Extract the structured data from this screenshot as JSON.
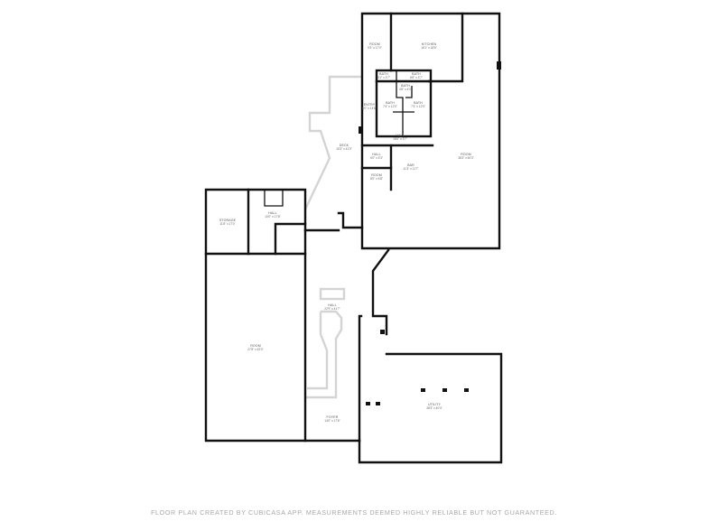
{
  "rooms": [
    {
      "name": "ROOM",
      "dim": "9'3\" x 17'0\""
    },
    {
      "name": "KITCHEN",
      "dim": "16'1\" x 18'6\""
    },
    {
      "name": "BATH",
      "dim": "5'1\" x 3'7\""
    },
    {
      "name": "BATH",
      "dim": "8'8\" x 3'7\""
    },
    {
      "name": "BATH",
      "dim": "4'6\" x 4'0\""
    },
    {
      "name": "BATH",
      "dim": "7'4\" x 12'0\""
    },
    {
      "name": "BATH",
      "dim": "7'3\" x 12'0\""
    },
    {
      "name": "ENTRY",
      "dim": "6'0\" x 14'6\""
    },
    {
      "name": "HALL",
      "dim": "18'6\" x 3'7\""
    },
    {
      "name": "DECK",
      "dim": "15'3\" x 41'0\""
    },
    {
      "name": "HALL",
      "dim": "6'0\" x 5'3\""
    },
    {
      "name": "ROOM",
      "dim": "8'0\" x 5'8\""
    },
    {
      "name": "BAR",
      "dim": "11'3\" x 11'7\""
    },
    {
      "name": "ROOM",
      "dim": "38'3\" x 60'3\""
    },
    {
      "name": "STORAGE",
      "dim": "11'8\" x 17'0\""
    },
    {
      "name": "HALL",
      "dim": "10'0\" x 17'8\""
    },
    {
      "name": "HALL",
      "dim": "22'9\" x 41'7\""
    },
    {
      "name": "ROOM",
      "dim": "27'8\" x 52'0\""
    },
    {
      "name": "FOYER",
      "dim": "14'0\" x 17'6\""
    },
    {
      "name": "UTILITY",
      "dim": "38'3\" x 40'4\""
    }
  ],
  "footer": "FLOOR PLAN CREATED BY CUBICASA APP. MEASUREMENTS DEEMED HIGHLY RELIABLE BUT NOT GUARANTEED."
}
